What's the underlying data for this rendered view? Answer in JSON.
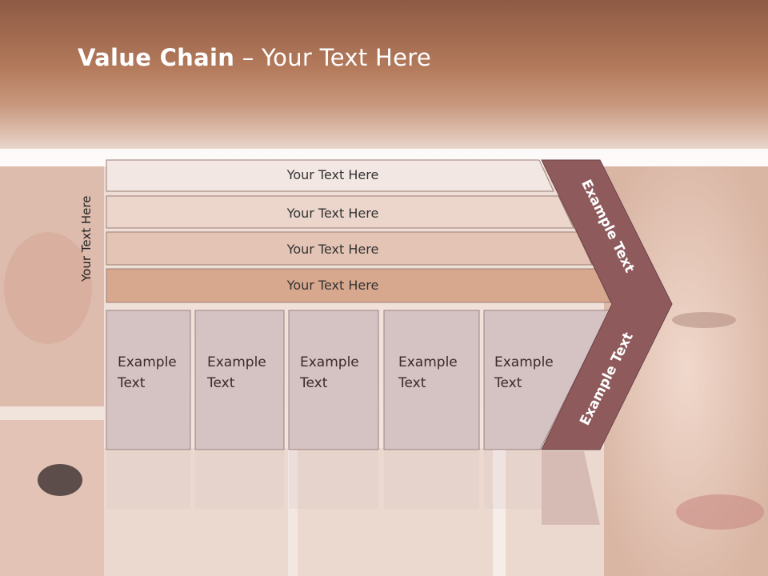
{
  "slide": {
    "title_bold": "Value Chain",
    "title_rest": " – Your Text Here",
    "side_label": "Your Text Here"
  },
  "rows": [
    {
      "label": "Your Text Here"
    },
    {
      "label": "Your Text Here"
    },
    {
      "label": "Your Text Here"
    },
    {
      "label": "Your Text Here"
    }
  ],
  "boxes": [
    {
      "line1": "Example",
      "line2": "Text"
    },
    {
      "line1": "Example",
      "line2": "Text"
    },
    {
      "line1": "Example",
      "line2": "Text"
    },
    {
      "line1": "Example",
      "line2": "Text"
    },
    {
      "line1": "Example",
      "line2": "Text"
    }
  ],
  "chevron": {
    "upper_label": "Example Text",
    "lower_label": "Example Text"
  },
  "colors": {
    "header": "#b47a5c",
    "chevron": "#8e5a5c",
    "box_fill": "#d5c2c2",
    "row_fills": [
      "#f3e7e3",
      "#ecd5cb",
      "#e4c4b4",
      "#d8a88e"
    ]
  }
}
